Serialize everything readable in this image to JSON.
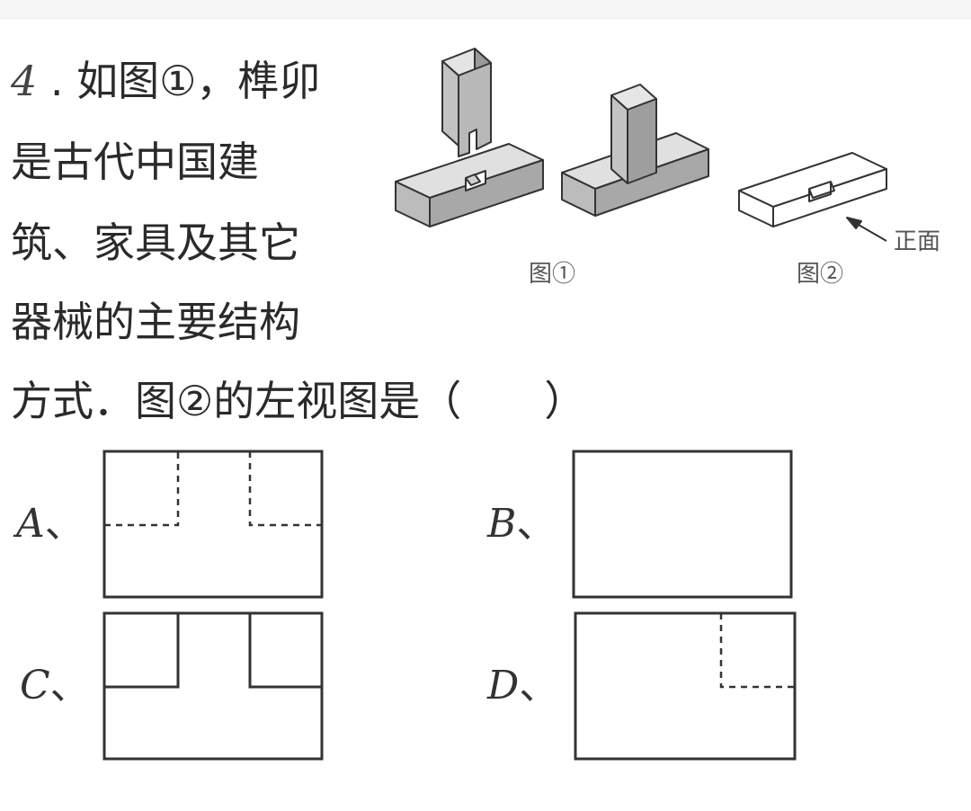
{
  "question": {
    "number": "4",
    "dot": ".",
    "lines": [
      "如图①，榫卯",
      "是古代中国建",
      "筑、家具及其它",
      "器械的主要结构",
      "方式．图②的左视图是（　　）"
    ]
  },
  "figure": {
    "caption1": "图①",
    "caption2": "图②",
    "front_label": "正面"
  },
  "options": [
    {
      "letter": "A",
      "sep": "、"
    },
    {
      "letter": "B",
      "sep": "、"
    },
    {
      "letter": "C",
      "sep": "、"
    },
    {
      "letter": "D",
      "sep": "、"
    }
  ]
}
